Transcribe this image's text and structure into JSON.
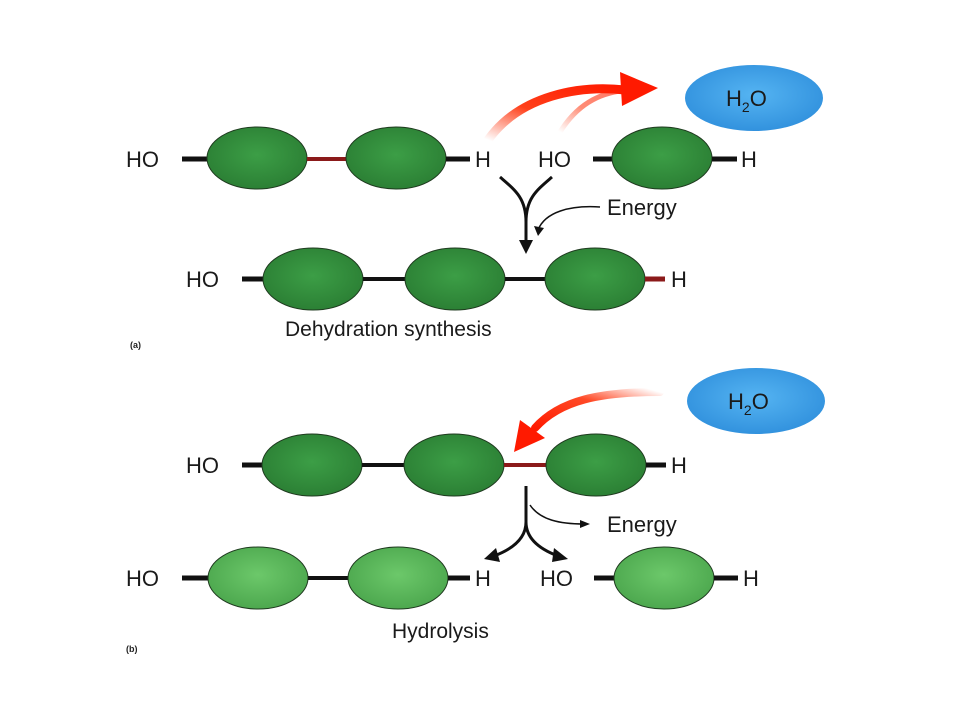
{
  "panel_a": {
    "tag": "(a)",
    "caption": "Dehydration synthesis",
    "ho": "HO",
    "h": "H",
    "energy": "Energy",
    "water": {
      "base": "H",
      "sub": "2",
      "rest": "O"
    }
  },
  "panel_b": {
    "tag": "(b)",
    "caption": "Hydrolysis",
    "ho": "HO",
    "h": "H",
    "energy": "Energy",
    "water": {
      "base": "H",
      "sub": "2",
      "rest": "O"
    }
  },
  "colors": {
    "dark_monomer": "#2e8b3a",
    "light_monomer": "#58b95b",
    "monomer_stroke": "#1f3a1f",
    "bond": "#111111",
    "bond_red": "#8b1a1a",
    "water_fill": "#3aa0e8",
    "red_arrow": "#ff2a00"
  }
}
